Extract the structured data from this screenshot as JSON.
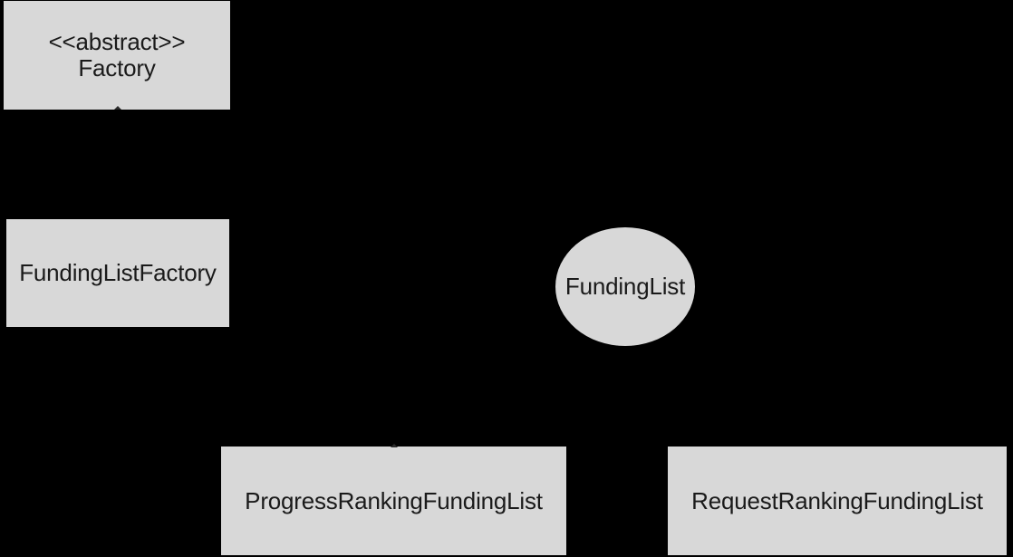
{
  "colors": {
    "background": "#000000",
    "node_fill": "#d8d8d8",
    "node_text": "#1a1a1a"
  },
  "diagram": {
    "nodes": {
      "abstract_factory": {
        "shape": "rectangle",
        "stereotype": "<<abstract>>",
        "label": "Factory"
      },
      "funding_list_factory": {
        "shape": "rectangle",
        "label": "FundingListFactory"
      },
      "funding_list": {
        "shape": "ellipse",
        "label": "FundingList"
      },
      "progress_ranking_funding_list": {
        "shape": "rectangle",
        "label": "ProgressRankingFundingList"
      },
      "request_ranking_funding_list": {
        "shape": "rectangle",
        "label": "RequestRankingFundingList"
      }
    }
  }
}
